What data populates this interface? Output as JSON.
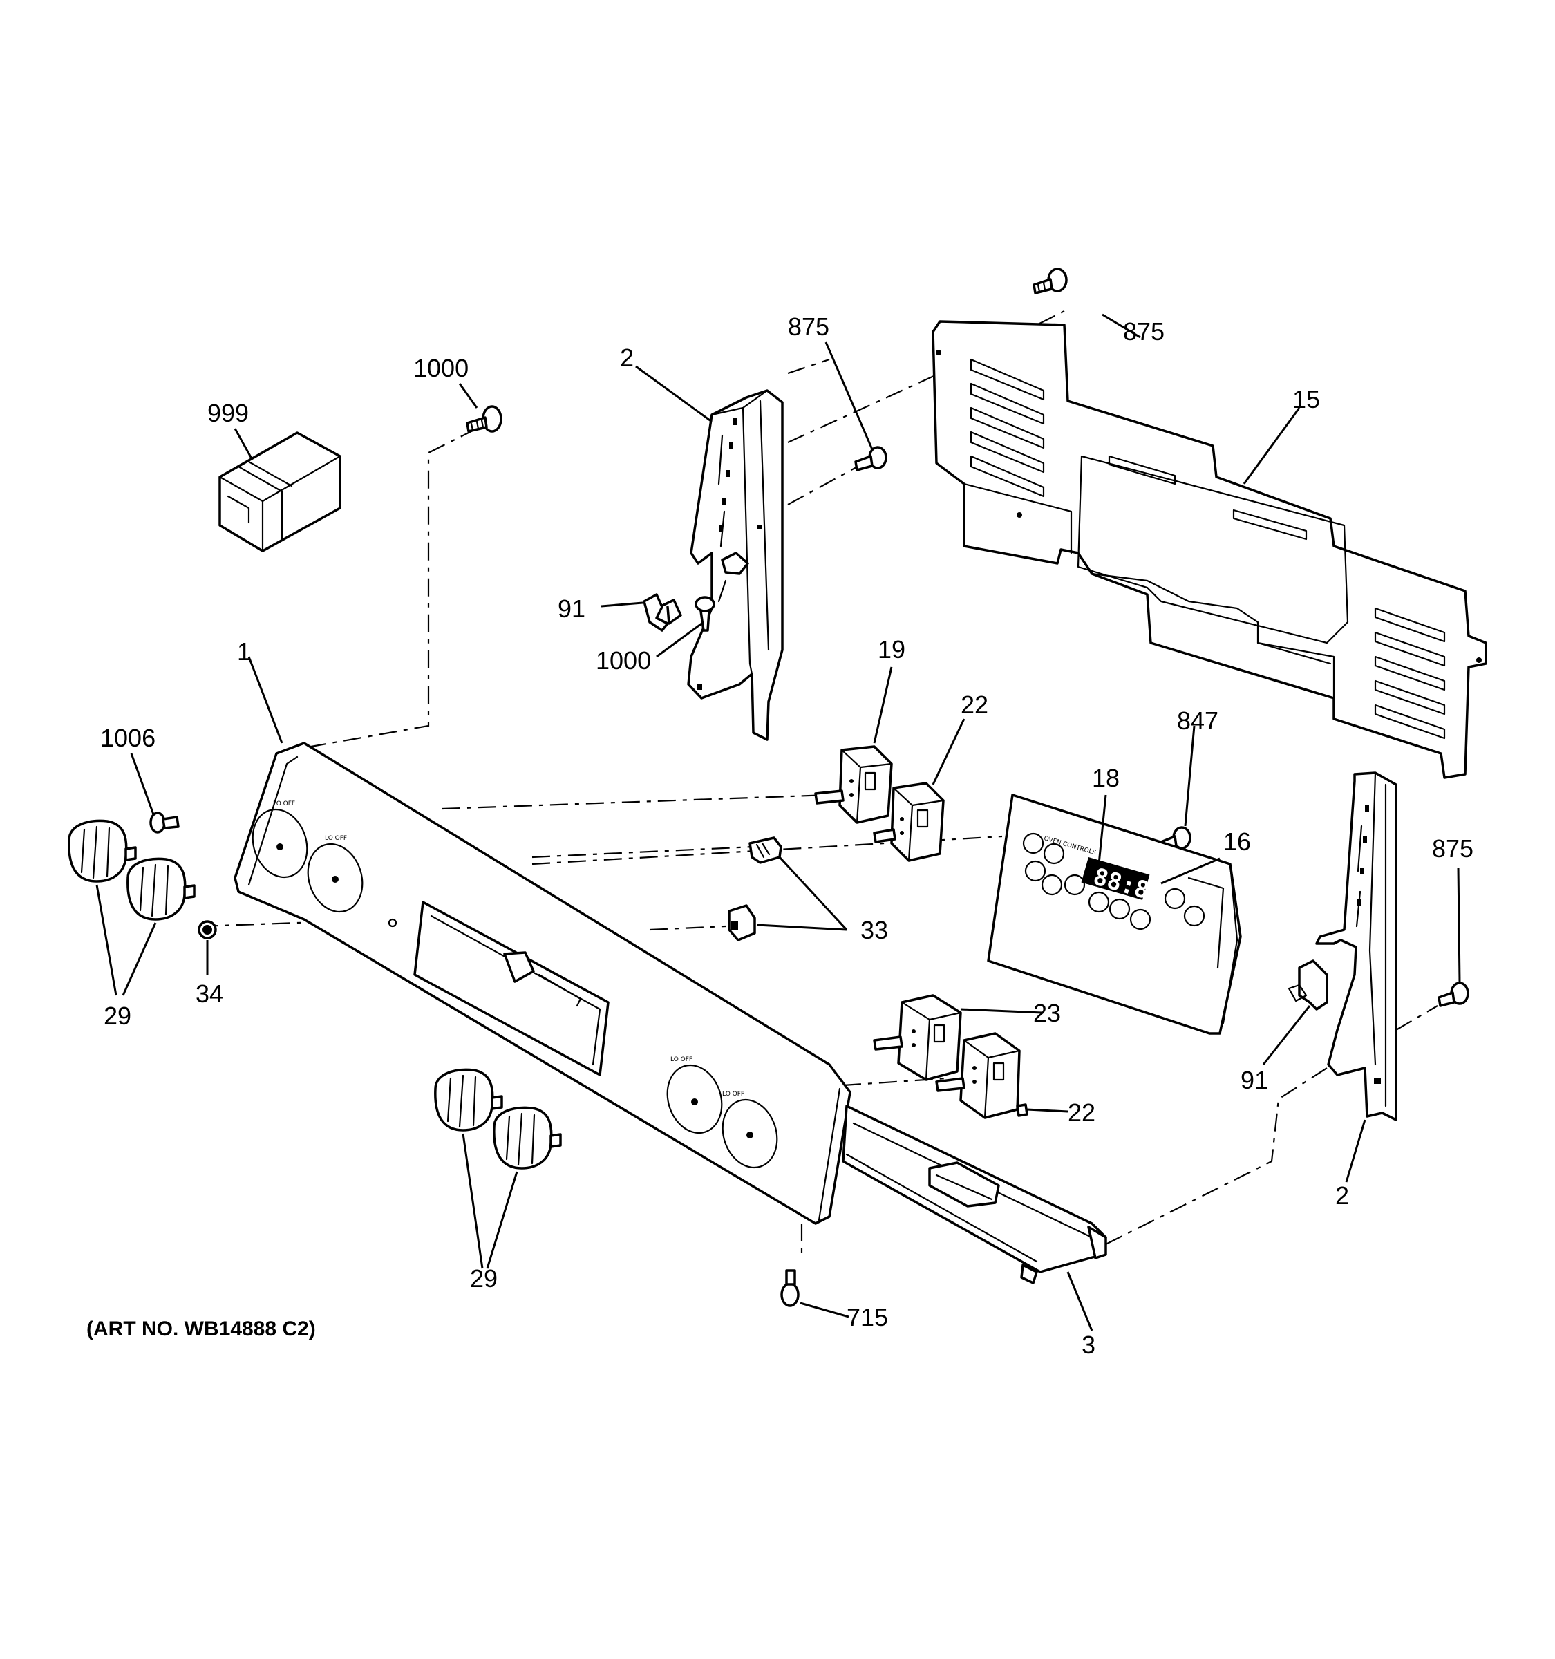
{
  "diagram": {
    "art_number": "(ART NO. WB14888 C2)",
    "callouts": {
      "c999": "999",
      "c1000_top": "1000",
      "c2_left": "2",
      "c875_mid": "875",
      "c875_top": "875",
      "c15": "15",
      "c91_left": "91",
      "c1000_mid": "1000",
      "c1": "1",
      "c1006": "1006",
      "c19": "19",
      "c22_top": "22",
      "c847": "847",
      "c18": "18",
      "c16": "16",
      "c875_right": "875",
      "c33": "33",
      "c34": "34",
      "c29_left": "29",
      "c23": "23",
      "c22_bottom": "22",
      "c91_right": "91",
      "c2_right": "2",
      "c29_bottom": "29",
      "c715": "715",
      "c3": "3"
    },
    "display_readout": "88:88"
  }
}
